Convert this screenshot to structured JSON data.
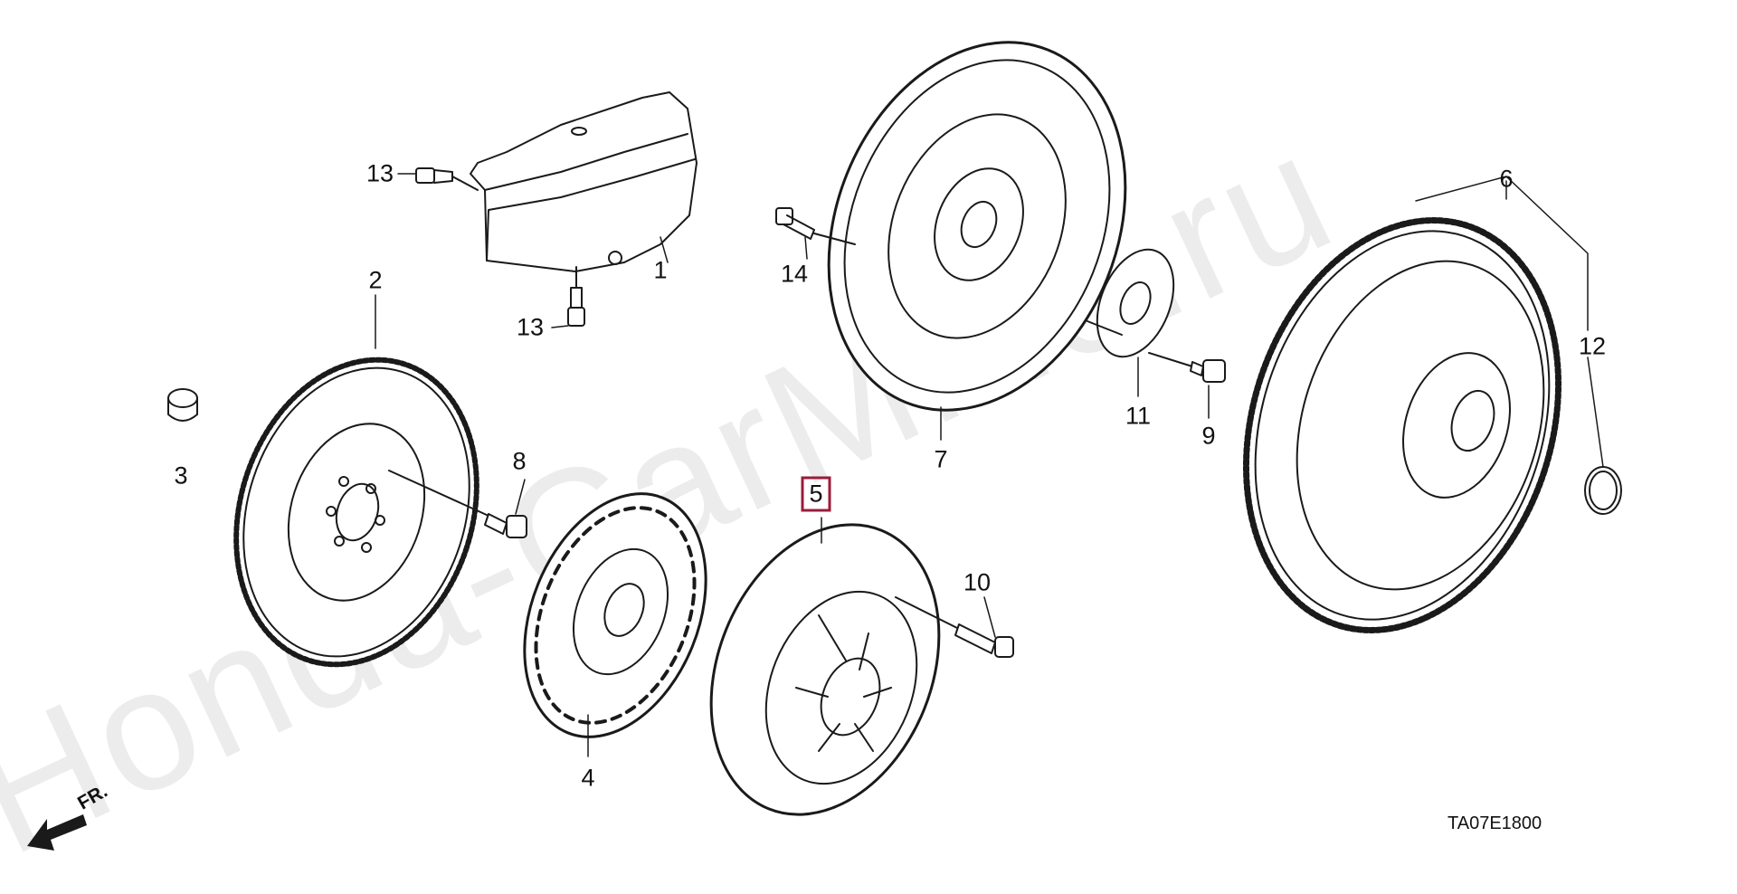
{
  "watermark": "Honda-CarMine.ru",
  "direction_label": "FR.",
  "diagram_code": "TA07E1800",
  "callouts": [
    {
      "id": "1",
      "text": "1"
    },
    {
      "id": "2",
      "text": "2"
    },
    {
      "id": "3",
      "text": "3"
    },
    {
      "id": "4",
      "text": "4"
    },
    {
      "id": "5",
      "text": "5",
      "highlighted": true
    },
    {
      "id": "6",
      "text": "6"
    },
    {
      "id": "7",
      "text": "7"
    },
    {
      "id": "8",
      "text": "8"
    },
    {
      "id": "9",
      "text": "9"
    },
    {
      "id": "10",
      "text": "10"
    },
    {
      "id": "11",
      "text": "11"
    },
    {
      "id": "12",
      "text": "12"
    },
    {
      "id": "13a",
      "text": "13"
    },
    {
      "id": "13b",
      "text": "13"
    },
    {
      "id": "14",
      "text": "14"
    }
  ],
  "colors": {
    "line": "#1a1a1a",
    "highlight": "#9b1c3a",
    "watermark": "#ececec"
  }
}
